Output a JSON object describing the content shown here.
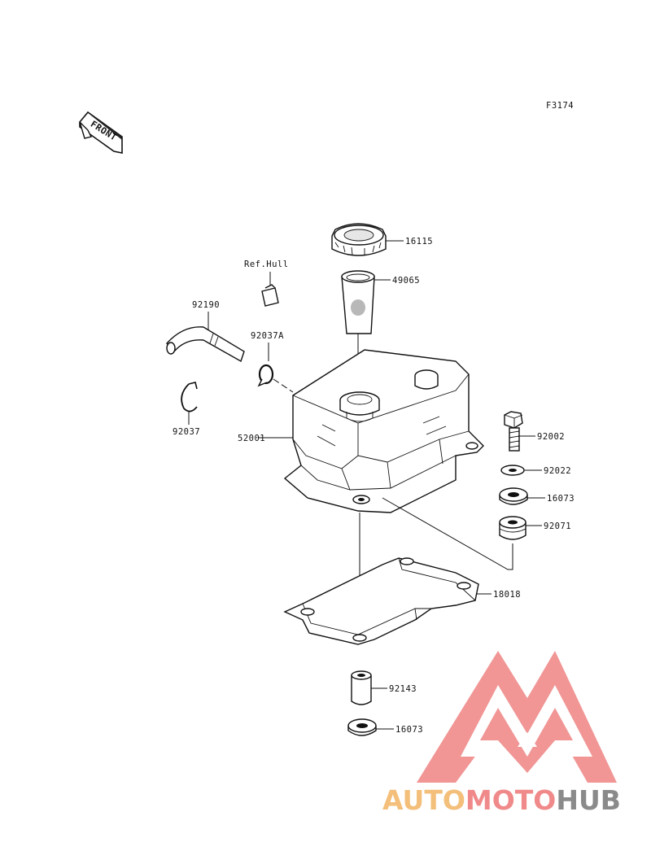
{
  "diagram_code": "F3174",
  "front_label": "FRONT",
  "reference_label": "Ref.Hull",
  "parts": {
    "p16115": "16115",
    "p49065": "49065",
    "p92190": "92190",
    "p92037A": "92037A",
    "p92037": "92037",
    "p52001": "52001",
    "p92002": "92002",
    "p92022": "92022",
    "p16073a": "16073",
    "p92071": "92071",
    "p18018": "18018",
    "p92143": "92143",
    "p16073b": "16073"
  },
  "watermark": {
    "part1": "AUTO",
    "part2": "MOTO",
    "part3": "HUB",
    "color_auto": "#f3bf7a",
    "color_moto": "#f08a8a",
    "color_hub": "#8a8a8a"
  }
}
